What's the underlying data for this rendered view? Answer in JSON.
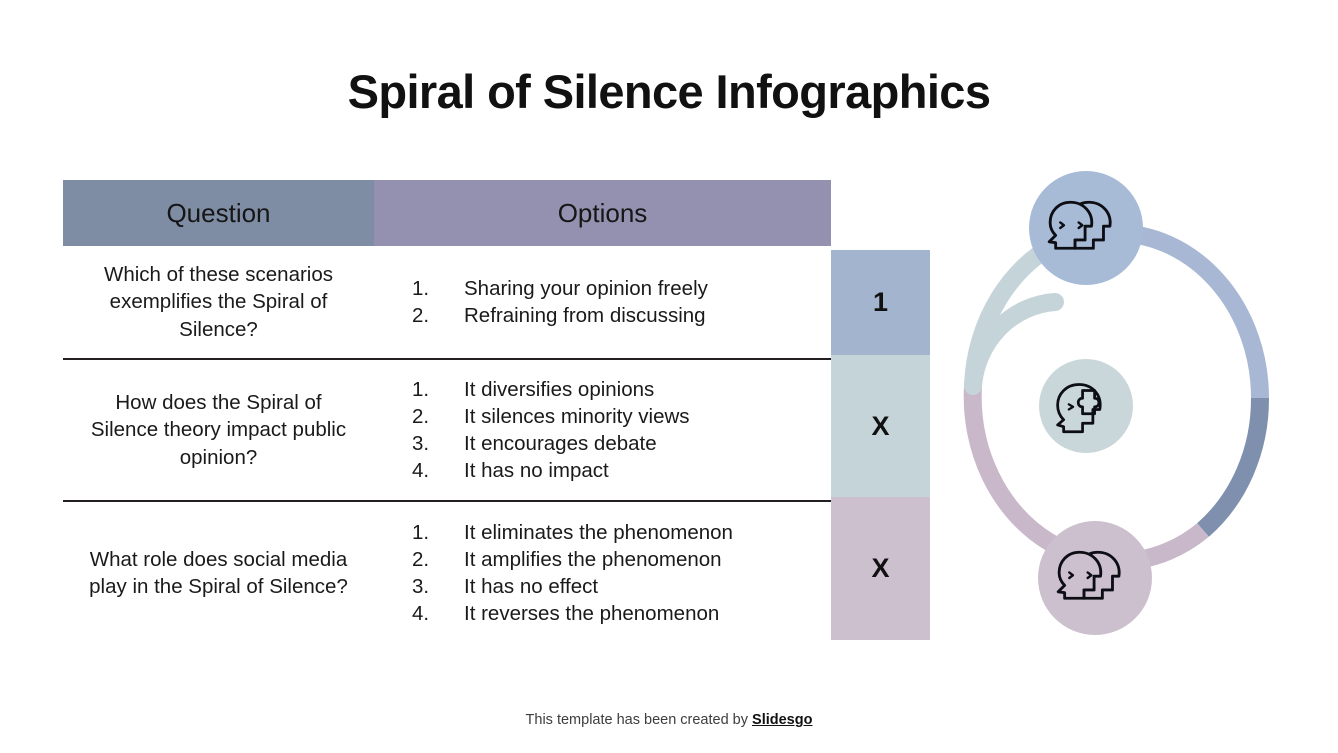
{
  "slide": {
    "title": "Spiral of Silence Infographics"
  },
  "table": {
    "headers": {
      "question": "Question",
      "options": "Options"
    },
    "header_colors": {
      "question": "#7e8ca4",
      "options": "#9490af"
    },
    "rows": [
      {
        "question": "Which of these scenarios exemplifies the Spiral of Silence?",
        "options": [
          {
            "num": "1.",
            "text": "Sharing your opinion freely"
          },
          {
            "num": "2.",
            "text": "Refraining from discussing"
          }
        ],
        "answer": "1",
        "answer_color": "#a2b4ce"
      },
      {
        "question": "How does the Spiral of Silence theory impact public opinion?",
        "options": [
          {
            "num": "1.",
            "text": "It diversifies opinions"
          },
          {
            "num": "2.",
            "text": "It silences minority views"
          },
          {
            "num": "3.",
            "text": "It encourages debate"
          },
          {
            "num": "4.",
            "text": "It has no impact"
          }
        ],
        "answer": "X",
        "answer_color": "#c5d4d8"
      },
      {
        "question": "What role does social media play in the Spiral of Silence?",
        "options": [
          {
            "num": "1.",
            "text": "It eliminates the phenomenon"
          },
          {
            "num": "2.",
            "text": "It amplifies the phenomenon"
          },
          {
            "num": "3.",
            "text": "It has no effect"
          },
          {
            "num": "4.",
            "text": "It reverses the phenomenon"
          }
        ],
        "answer": "X",
        "answer_color": "#cdc0ce"
      }
    ]
  },
  "spiral": {
    "nodes": [
      {
        "icon": "two-heads-icon",
        "circle_color": "#a8bbd6"
      },
      {
        "icon": "head-with-puzzle-icon",
        "circle_color": "#c9d7da"
      },
      {
        "icon": "two-heads-icon",
        "circle_color": "#cdc0ce"
      }
    ],
    "arc_colors": {
      "outer_light_blue": "#a8b8d4",
      "outer_dark_blue": "#7e90ae",
      "outer_mauve": "#c9b8c9",
      "inner_teal": "#c5d4d8"
    }
  },
  "footer": {
    "text": "This template has been created by ",
    "brand": "Slidesgo"
  }
}
